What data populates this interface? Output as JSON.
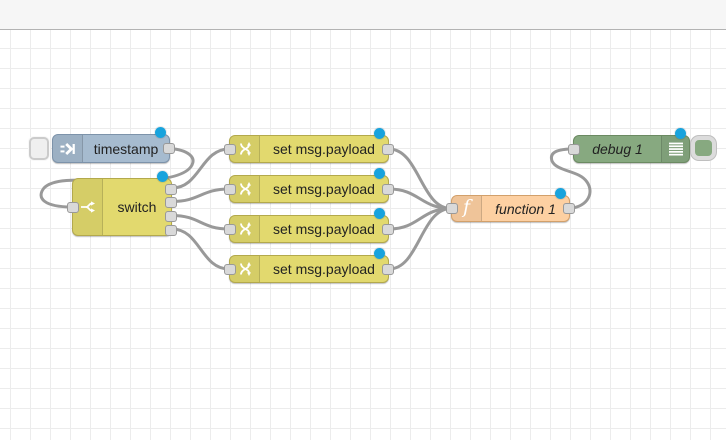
{
  "editor": {
    "background_color": "#ffffff",
    "grid_color": "#ececec",
    "header_color": "#f6f6f6",
    "wire_color": "#999999",
    "port_color": "#d9d9d9",
    "changed_dot_color": "#18a3dd"
  },
  "nodes": {
    "inject": {
      "label": "timestamp",
      "type": "inject",
      "color": "#a6bbcf",
      "icon": "inject-arrow-icon",
      "has_button": true,
      "changed": true
    },
    "switch": {
      "label": "switch",
      "type": "switch",
      "color": "#e2d96e",
      "icon": "switch-fork-icon",
      "outputs": 4,
      "changed": true
    },
    "change1": {
      "label": "set msg.payload",
      "type": "change",
      "color": "#e2d96e",
      "icon": "change-swap-icon",
      "changed": true
    },
    "change2": {
      "label": "set msg.payload",
      "type": "change",
      "color": "#e2d96e",
      "icon": "change-swap-icon",
      "changed": true
    },
    "change3": {
      "label": "set msg.payload",
      "type": "change",
      "color": "#e2d96e",
      "icon": "change-swap-icon",
      "changed": true
    },
    "change4": {
      "label": "set msg.payload",
      "type": "change",
      "color": "#e2d96e",
      "icon": "change-swap-icon",
      "changed": true
    },
    "function": {
      "label": "function 1",
      "type": "function",
      "color": "#fdd0a2",
      "icon": "function-f-icon",
      "changed": true
    },
    "debug": {
      "label": "debug 1",
      "type": "debug",
      "color": "#87a980",
      "icon": "debug-lines-icon",
      "has_toggle": true,
      "changed": true
    }
  },
  "function_icon_glyph": "f",
  "connections": [
    {
      "from": "inject",
      "to": "switch"
    },
    {
      "from": "switch:1",
      "to": "change1"
    },
    {
      "from": "switch:2",
      "to": "change2"
    },
    {
      "from": "switch:3",
      "to": "change3"
    },
    {
      "from": "switch:4",
      "to": "change4"
    },
    {
      "from": "change1",
      "to": "function"
    },
    {
      "from": "change2",
      "to": "function"
    },
    {
      "from": "change3",
      "to": "function"
    },
    {
      "from": "change4",
      "to": "function"
    },
    {
      "from": "function",
      "to": "debug"
    }
  ]
}
